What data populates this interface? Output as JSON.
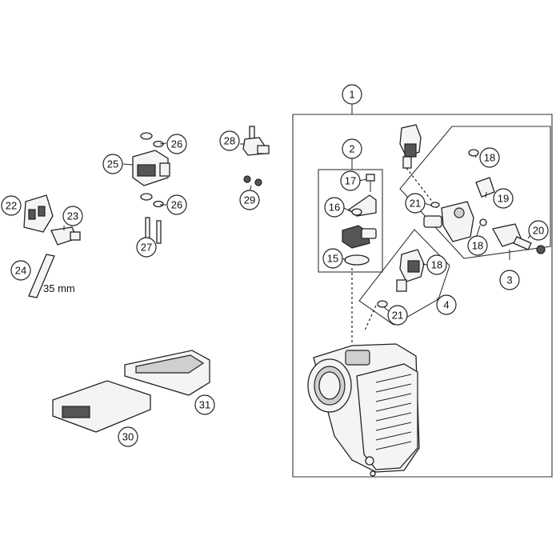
{
  "callouts": {
    "c1": "1",
    "c2": "2",
    "c3": "3",
    "c4": "4",
    "c15": "15",
    "c16": "16",
    "c17": "17",
    "c18a": "18",
    "c18b": "18",
    "c18c": "18",
    "c19": "19",
    "c20": "20",
    "c21a": "21",
    "c21b": "21",
    "c22": "22",
    "c23": "23",
    "c24": "24",
    "c25": "25",
    "c26a": "26",
    "c26b": "26",
    "c27": "27",
    "c28": "28",
    "c29": "29",
    "c30": "30",
    "c31": "31"
  },
  "dimension_label": "35 mm"
}
